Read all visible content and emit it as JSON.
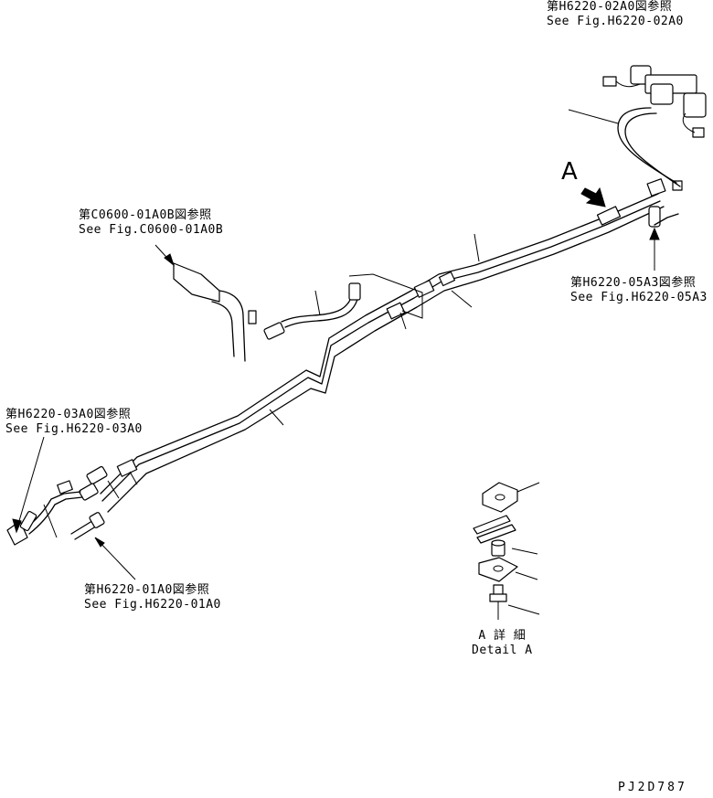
{
  "references": {
    "h6220_02a0": {
      "jp": "第H6220-02A0図参照",
      "en": "See Fig.H6220-02A0"
    },
    "c0600_01a0b": {
      "jp": "第C0600-01A0B図参照",
      "en": "See Fig.C0600-01A0B"
    },
    "h6220_05a3": {
      "jp": "第H6220-05A3図参照",
      "en": "See Fig.H6220-05A3"
    },
    "h6220_03a0": {
      "jp": "第H6220-03A0図参照",
      "en": "See Fig.H6220-03A0"
    },
    "h6220_01a0": {
      "jp": "第H6220-01A0図参照",
      "en": "See Fig.H6220-01A0"
    }
  },
  "view_marker": "A",
  "detail": {
    "jp": "A 詳 細",
    "en": "Detail A"
  },
  "drawing_code": "PJ2D787"
}
